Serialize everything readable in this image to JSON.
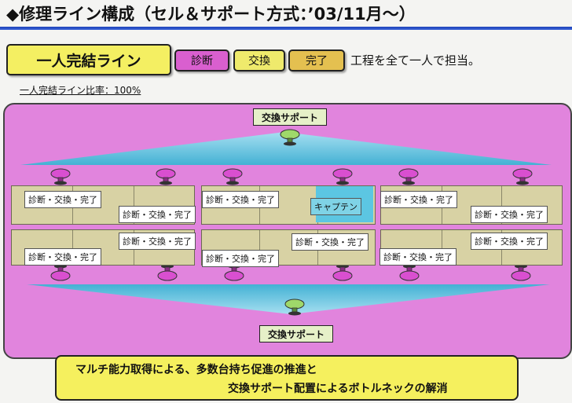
{
  "header": {
    "title": "◆修理ライン構成（セル＆サポート方式：’03/11月～）"
  },
  "legend": {
    "main_label": "一人完結ライン",
    "tags": [
      "診断",
      "交換",
      "完了"
    ],
    "description": "工程を全て一人で担当。"
  },
  "ratio_text": "一人完結ライン比率：100%",
  "diagram": {
    "support_label": "交換サポート",
    "cell_label": "診断・交換・完了",
    "captain_label": "キャプテン"
  },
  "footer": {
    "line1": "マルチ能力取得による、多数台持ち促進の推進と",
    "line2": "交換サポート配置によるボトルネックの解消"
  },
  "colors": {
    "panel": "#e184dd",
    "bench": "#d8d2a4",
    "support_fan": "#63c4dc",
    "captain": "#7fd3e6",
    "title_rule": "#1d43b8"
  }
}
